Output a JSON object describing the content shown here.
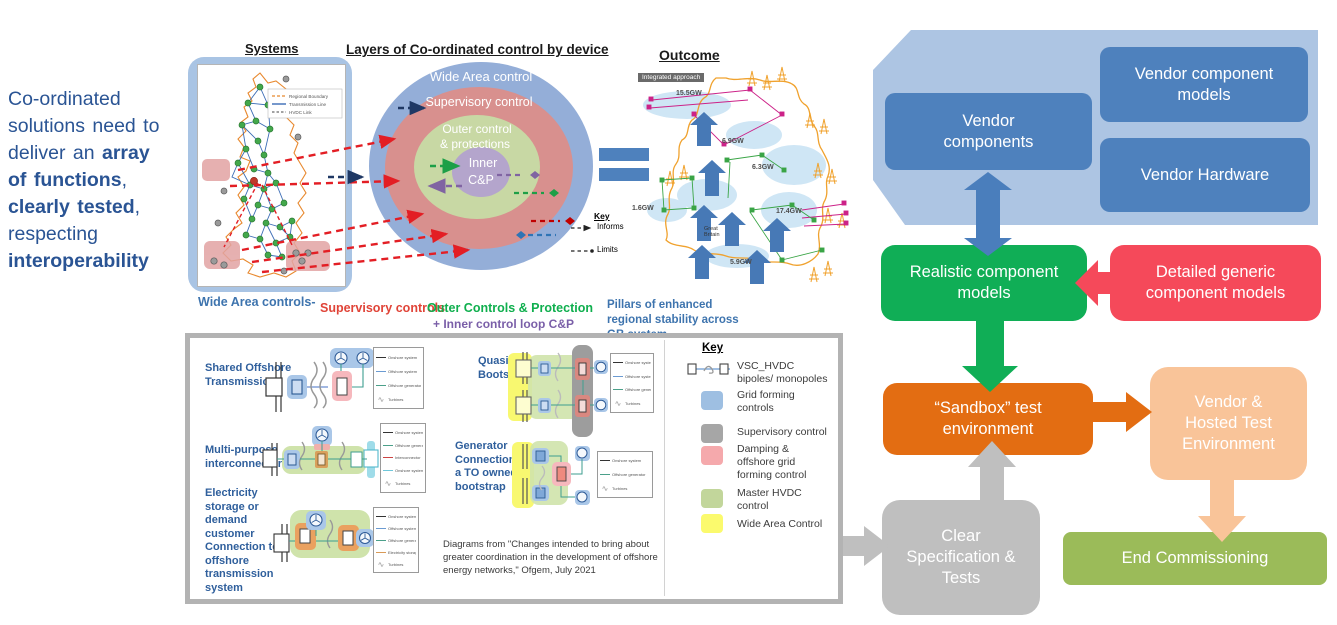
{
  "palette": {
    "intro_text": "#2a5494",
    "vendor_blue": "#4e81bd",
    "container_blue": "#adc5e3",
    "green": "#10ae56",
    "red": "#f5495a",
    "orange": "#e36d12",
    "peach": "#f9c499",
    "gray": "#bfbfbf",
    "olive": "#9bbb59",
    "ring_wide_area": "#94aed8",
    "ring_supervisory": "#d8908e",
    "ring_outer_control": "#c8d8a4",
    "ring_inner": "#b4a5cc"
  },
  "intro": {
    "lines": [
      [
        {
          "t": "Co-ordinated",
          "b": false
        }
      ],
      [
        {
          "t": "solutions need to",
          "b": false
        }
      ],
      [
        {
          "t": "deliver an ",
          "b": false
        },
        {
          "t": "array",
          "b": true
        }
      ],
      [
        {
          "t": "of functions",
          "b": true
        },
        {
          "t": ",",
          "b": false
        }
      ],
      [
        {
          "t": "clearly tested",
          "b": true
        },
        {
          "t": ",",
          "b": false
        }
      ],
      [
        {
          "t": "respecting",
          "b": false
        }
      ],
      [
        {
          "t": "interoperability",
          "b": true
        }
      ]
    ]
  },
  "headings": {
    "systems": "Systems",
    "layers": "Layers of Co-ordinated control by device",
    "outcome": "Outcome"
  },
  "systems_panel": {
    "legend": [
      "Regional Boundary",
      "Transmission Line",
      "HVDC Link"
    ],
    "caption": "Wide Area controls-"
  },
  "layers_diagram": {
    "ring_outer": "Wide Area control",
    "ring_supervisory": "Supervisory control",
    "ring_outer_control_l1": "Outer control",
    "ring_outer_control_l2": "& protections",
    "inner_l1": "Inner",
    "inner_l2": "C&P",
    "key_title": "Key",
    "key_informs": "Informs",
    "key_limits": "Limits"
  },
  "captions": {
    "supervisory": "Supervisory  controls",
    "outer": "Outer Controls & Protection",
    "inner": "+ Inner control loop C&P",
    "pillars": "Pillars of enhanced regional stability across GB system"
  },
  "outcome_map": {
    "badge": "Integrated approach",
    "country": "Great Britain",
    "gw_labels": [
      "15.5GW",
      "6.9GW",
      "6.3GW",
      "17.4GW",
      "5.9GW",
      "1.6GW"
    ]
  },
  "bottom_panel": {
    "schemes": [
      "Shared Offshore Transmission",
      "Multi-purpose interconnector",
      "Electricity storage or demand customer Connection to offshore transmission system",
      "Quasi Bootstrap",
      "Generator Connection to a TO owned bootstrap"
    ],
    "citation": "Diagrams from \"Changes intended to bring about greater coordination in the development of offshore energy networks,\" Ofgem, July 2021",
    "key": {
      "title": "Key",
      "symbol_label": "VSC_HVDC bipoles/ monopoles",
      "items": [
        {
          "color": "#9ebfe2",
          "label": "Grid forming controls"
        },
        {
          "color": "#a6a6a6",
          "label": "Supervisory control"
        },
        {
          "color": "#f5a9ac",
          "label": "Damping & offshore grid forming control"
        },
        {
          "color": "#c2d69b",
          "label": "Master HVDC control"
        },
        {
          "color": "#fbfa6d",
          "label": "Wide Area Control"
        }
      ]
    },
    "mini_keys": [
      {
        "rows": [
          {
            "c": "#333333",
            "t": "Onshore system"
          },
          {
            "c": "#6b9bd2",
            "t": "Offshore system"
          },
          {
            "c": "#4ba08a",
            "t": "Offshore generator"
          },
          {
            "c": "squiggle",
            "t": "Turbines"
          }
        ]
      },
      {
        "rows": [
          {
            "c": "#333333",
            "t": "Onshore system"
          },
          {
            "c": "#4ba08a",
            "t": "Offshore generator"
          },
          {
            "c": "#cc4444",
            "t": "Interconnector"
          },
          {
            "c": "#6fc7da",
            "t": "Onshore system of another territory"
          },
          {
            "c": "squiggle",
            "t": "Turbines"
          }
        ]
      },
      {
        "rows": [
          {
            "c": "#333333",
            "t": "Onshore system"
          },
          {
            "c": "#6b9bd2",
            "t": "Offshore system"
          },
          {
            "c": "#4ba08a",
            "t": "Offshore generator"
          },
          {
            "c": "#d99a57",
            "t": "Electricity storage or demand"
          },
          {
            "c": "squiggle",
            "t": "Turbines"
          }
        ]
      },
      {
        "rows": [
          {
            "c": "#333333",
            "t": "Onshore system"
          },
          {
            "c": "#6b9bd2",
            "t": "Offshore system"
          },
          {
            "c": "#4ba08a",
            "t": "Offshore generator"
          },
          {
            "c": "squiggle",
            "t": "Turbines"
          }
        ]
      },
      {
        "rows": [
          {
            "c": "#333333",
            "t": "Onshore system"
          },
          {
            "c": "#4ba08a",
            "t": "Offshore generator"
          },
          {
            "c": "squiggle",
            "t": "Turbines"
          }
        ]
      }
    ]
  },
  "flowchart": {
    "vendor_components": "Vendor components",
    "vendor_component_models": "Vendor component models",
    "vendor_hardware": "Vendor Hardware",
    "realistic_models": "Realistic component models",
    "detailed_models": "Detailed generic component models",
    "sandbox": "“Sandbox” test environment",
    "hosted": "Vendor & Hosted Test Environment",
    "clear_spec": "Clear Specification & Tests",
    "end_commissioning": "End Commissioning"
  }
}
